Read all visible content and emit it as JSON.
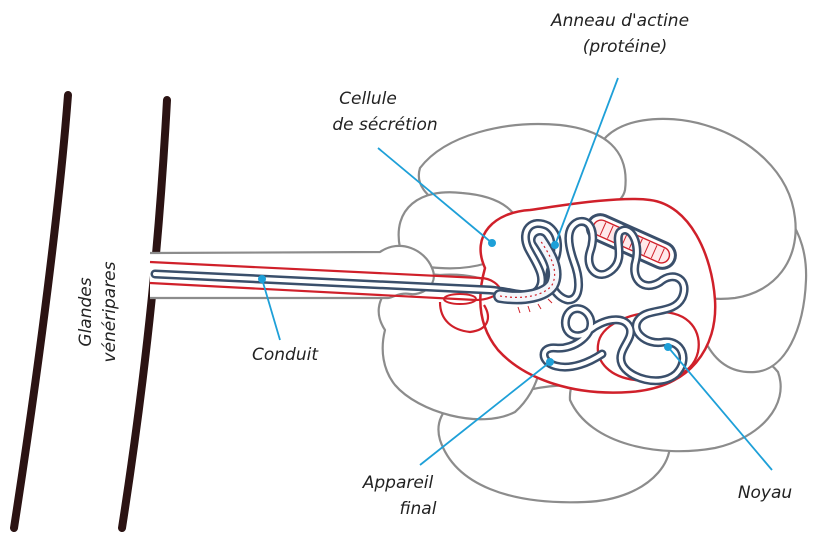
{
  "labels": {
    "anneau_line1": "Anneau d'actine",
    "anneau_line2": "(protéine)",
    "cellule_line1": "Cellule",
    "cellule_line2": "de sécrétion",
    "glandes_line1": "Glandes",
    "glandes_line2": "vénéripares",
    "conduit": "Conduit",
    "appareil_line1": "Appareil",
    "appareil_line2": "final",
    "noyau": "Noyau"
  },
  "colors": {
    "cell_outline": "#8c8c8c",
    "membrane": "#d0202a",
    "duct": "#3a4f6b",
    "leader": "#1ea0d8",
    "gland": "#2b1313"
  }
}
